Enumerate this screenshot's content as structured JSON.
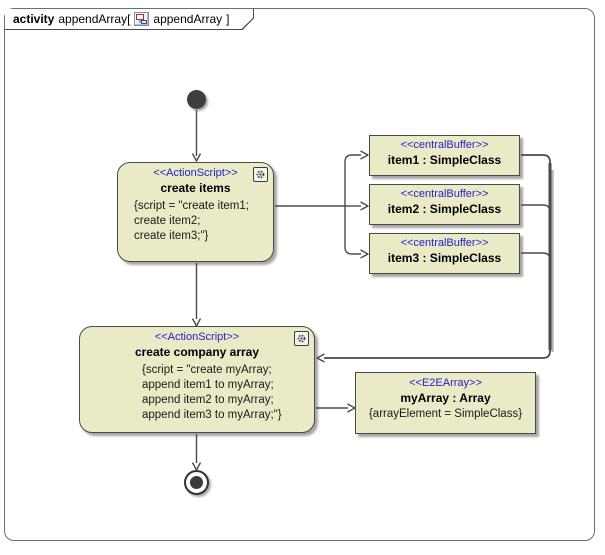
{
  "frame_tab": {
    "keyword": "activity",
    "name_text": "appendArray[",
    "diagram_icon": "activity-diagram-icon",
    "diagram_name": "appendArray",
    "close_bracket": "]"
  },
  "nodes": {
    "create_items": {
      "stereotype": "<<ActionScript>>",
      "name": "create items",
      "script_lines": [
        "{script = \"create item1;",
        "create item2;",
        "create item3;\"}"
      ],
      "corner_icon": "gear-icon"
    },
    "buffers": [
      {
        "stereotype": "<<centralBuffer>>",
        "name": "item1 : SimpleClass"
      },
      {
        "stereotype": "<<centralBuffer>>",
        "name": "item2 : SimpleClass"
      },
      {
        "stereotype": "<<centralBuffer>>",
        "name": "item3 : SimpleClass"
      }
    ],
    "create_company_array": {
      "stereotype": "<<ActionScript>>",
      "name": "create company array",
      "script_lines": [
        "{script = \"create myArray;",
        "append item1 to myArray;",
        "append item2 to myArray;",
        "append item3 to myArray;\"}"
      ],
      "corner_icon": "gear-icon"
    },
    "my_array": {
      "stereotype": "<<E2EArray>>",
      "name": "myArray : Array",
      "constraint": "{arrayElement = SimpleClass}"
    }
  },
  "colors": {
    "node_fill": "#eaeac6",
    "node_border": "#4b4b44",
    "stereotype_text": "#2222cc",
    "edge": "#4a4a4a",
    "frame_border": "#6e6e6e"
  }
}
